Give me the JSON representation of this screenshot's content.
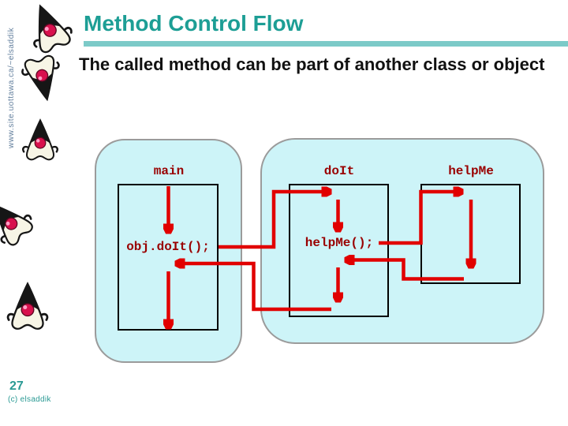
{
  "colors": {
    "title_color": "#1d9e95",
    "rule_color": "#7ccac8",
    "panel_fill": "#cdf4f8",
    "panel_border": "#9b9b9b",
    "arrow": "#e10000",
    "code_text": "#990000",
    "footer_color": "#2a9a94",
    "url_text": "#64809e"
  },
  "header": {
    "title": "Method Control Flow",
    "subtitle": "The called method can be part of another class or object"
  },
  "sidebar": {
    "url": "www.site.uottawa.ca/~elsaddik",
    "page_number": "27",
    "copyright": "(c) elsaddik",
    "mascots": [
      "duke-waving",
      "duke-bending",
      "duke-standing",
      "duke-tumbling",
      "duke-arms-out"
    ]
  },
  "diagram": {
    "caller_panel": {
      "main_label": "main",
      "main_code": "obj.doIt();"
    },
    "callee_panel": {
      "doit_label": "doIt",
      "doit_code": "helpMe();",
      "helpme_label": "helpMe"
    },
    "flow": [
      {
        "arrow": "main-start",
        "desc": "main runs down to obj.doIt();"
      },
      {
        "arrow": "call-doit",
        "desc": "obj.doIt(); calls doIt"
      },
      {
        "arrow": "doit-start",
        "desc": "doIt runs down to helpMe();"
      },
      {
        "arrow": "call-helpme",
        "desc": "helpMe(); calls helpMe"
      },
      {
        "arrow": "helpme-body",
        "desc": "helpMe body executes"
      },
      {
        "arrow": "return-helpme-to-doit",
        "desc": "helpMe returns to doIt"
      },
      {
        "arrow": "doit-continue",
        "desc": "doIt continues to its end"
      },
      {
        "arrow": "return-doit-to-main",
        "desc": "doIt returns to main"
      },
      {
        "arrow": "main-continue",
        "desc": "main continues to its end"
      }
    ]
  }
}
